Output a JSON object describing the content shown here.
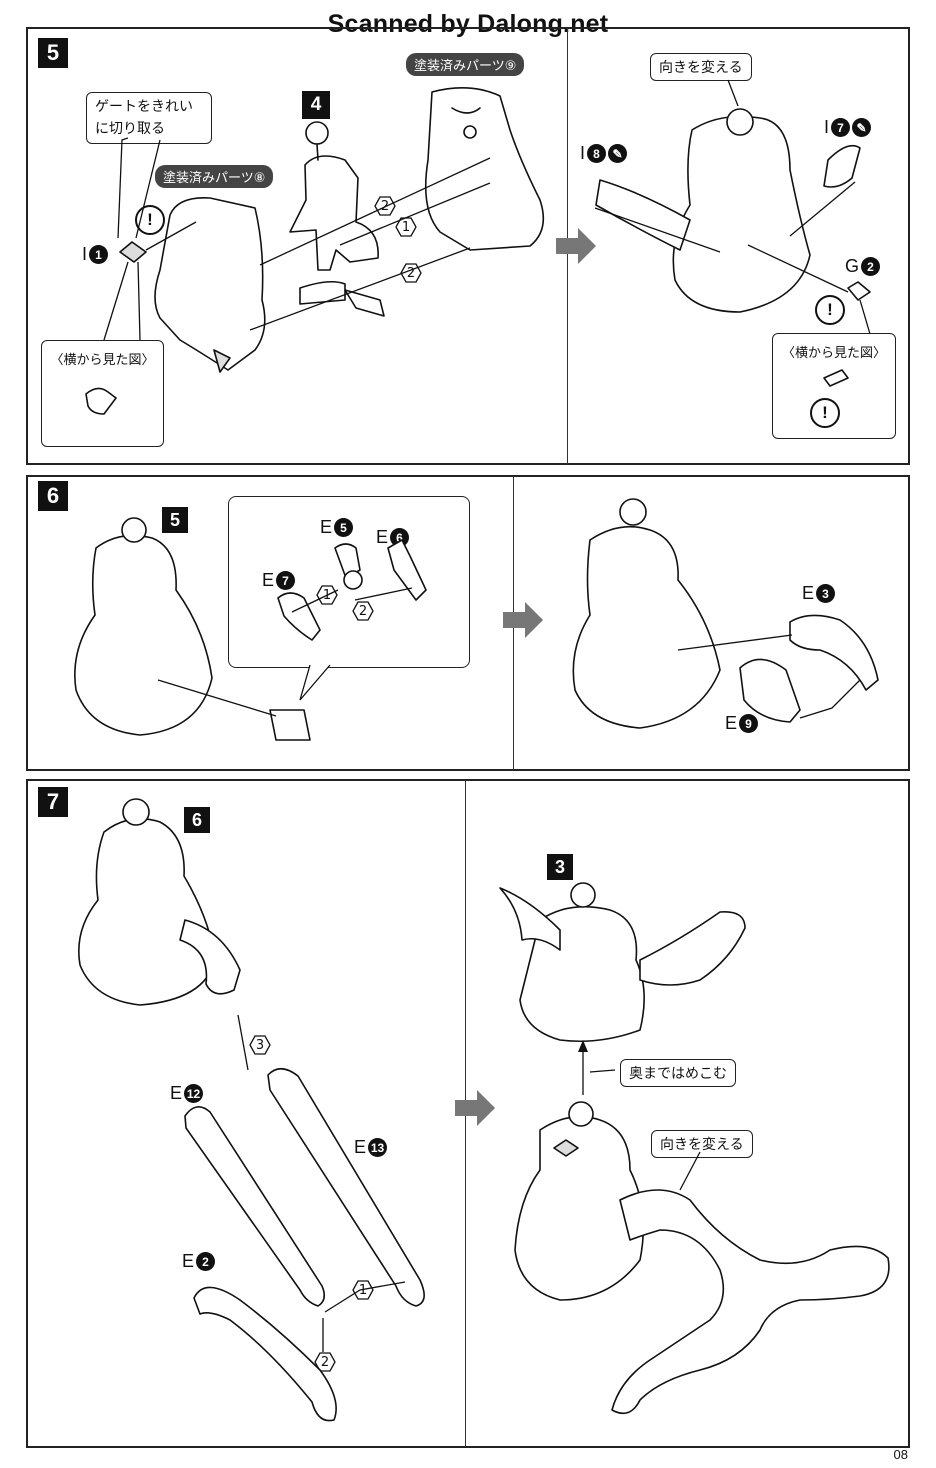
{
  "header": {
    "watermark": "Scanned by Dalong.net"
  },
  "steps": {
    "s5": {
      "number": "5",
      "gate_note": "ゲートをきれいに切り取る",
      "painted_a": "塗装済みパーツ⑧",
      "painted_b": "塗装済みパーツ⑨",
      "subassembly": "4",
      "side_view": "〈横から見た図〉",
      "side_view_r": "〈横から見た図〉",
      "reorient": "向きを変える",
      "parts": {
        "i1_letter": "I",
        "i1_num": "1",
        "i8_letter": "I",
        "i8_num": "8",
        "i7_letter": "I",
        "i7_num": "7",
        "g2_letter": "G",
        "g2_num": "2"
      },
      "order": {
        "a": "2",
        "b": "1",
        "c": "2"
      }
    },
    "s6": {
      "number": "6",
      "subassembly": "5",
      "parts": {
        "e5_letter": "E",
        "e5_num": "5",
        "e6_letter": "E",
        "e6_num": "6",
        "e7_letter": "E",
        "e7_num": "7",
        "e3_letter": "E",
        "e3_num": "3",
        "e9_letter": "E",
        "e9_num": "9"
      },
      "order": {
        "a": "1",
        "b": "2"
      }
    },
    "s7": {
      "number": "7",
      "subassembly": "6",
      "subassembly_b": "3",
      "press_note": "奥まではめこむ",
      "reorient": "向きを変える",
      "parts": {
        "e12_letter": "E",
        "e12_num": "12",
        "e13_letter": "E",
        "e13_num": "13",
        "e2_letter": "E",
        "e2_num": "2"
      },
      "order": {
        "a": "3",
        "b": "1",
        "c": "2"
      }
    }
  },
  "warning_symbol": "!",
  "footer": {
    "page": "08"
  }
}
